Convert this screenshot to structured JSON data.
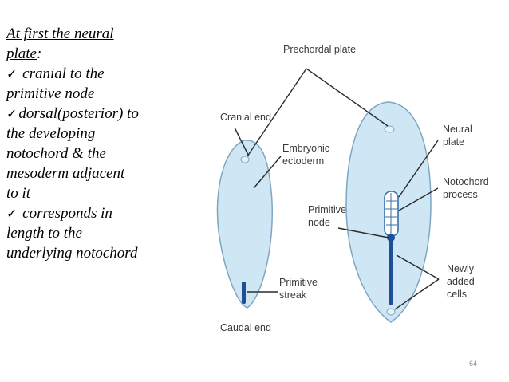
{
  "text": {
    "heading_line1": "At first the neural",
    "heading_line2": "plate",
    "heading_colon": ":",
    "check_icon": "check-mark",
    "bullet1_line1": " cranial to the",
    "bullet1_line2": "primitive node",
    "bullet2_line1": "dorsal(posterior) to",
    "bullet2_line2": "the developing",
    "bullet2_line3": "notochord & the",
    "bullet2_line4": "mesoderm adjacent",
    "bullet2_line5": "to it",
    "bullet3_line1": "  corresponds in",
    "bullet3_line2": "length to the",
    "bullet3_line3": "underlying notochord"
  },
  "figure": {
    "labels": {
      "prechordal_plate": "Prechordal plate",
      "cranial_end": "Cranial end",
      "embryonic_ectoderm_1": "Embryonic",
      "embryonic_ectoderm_2": "ectoderm",
      "neural_plate_1": "Neural",
      "neural_plate_2": "plate",
      "notochordal_process_1": "Notochordal",
      "notochordal_process_2": "process",
      "primitive_node_1": "Primitive",
      "primitive_node_2": "node",
      "newly_added_cells_1": "Newly",
      "newly_added_cells_2": "added",
      "newly_added_cells_3": "cells",
      "primitive_streak_1": "Primitive",
      "primitive_streak_2": "streak",
      "caudal_end": "Caudal end"
    },
    "colors": {
      "embryo_fill": "#cfe6f5",
      "embryo_stroke": "#7fa6c2",
      "streak": "#1f4f94",
      "leader_line": "#2b2b2b"
    }
  },
  "page_number": "64"
}
